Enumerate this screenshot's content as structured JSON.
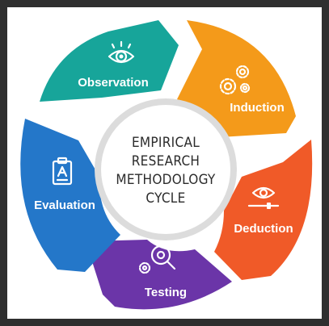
{
  "diagram": {
    "center_title": [
      "EMPIRICAL",
      "RESEARCH",
      "METHODOLOGY",
      "CYCLE"
    ],
    "stages": [
      {
        "key": "observation",
        "label": "Observation",
        "color": "#17a59a",
        "icon": "eye-icon"
      },
      {
        "key": "induction",
        "label": "Induction",
        "color": "#f49a1a",
        "icon": "gears-icon"
      },
      {
        "key": "deduction",
        "label": "Deduction",
        "color": "#f05a28",
        "icon": "eye-slider-icon"
      },
      {
        "key": "testing",
        "label": "Testing",
        "color": "#6b35a8",
        "icon": "magnifier-gear-icon"
      },
      {
        "key": "evaluation",
        "label": "Evaluation",
        "color": "#2477c9",
        "icon": "clipboard-grade-icon"
      }
    ]
  }
}
